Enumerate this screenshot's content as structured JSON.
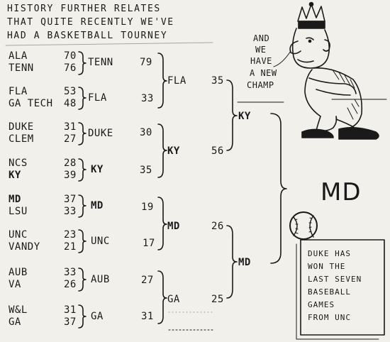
{
  "header": {
    "line1": "HISTORY FURTHER RELATES",
    "line2": "THAT QUITE RECENTLY WE'VE",
    "line3": "HAD A BASKETBALL TOURNEY"
  },
  "speech": {
    "l1": "AND",
    "l2": "WE",
    "l3": "HAVE",
    "l4": "A NEW",
    "l5": "CHAMP"
  },
  "round1": [
    {
      "team_a": "ALA",
      "team_b": "TENN",
      "score_a": "70",
      "score_b": "76",
      "winner": "TENN",
      "winner_score": "79"
    },
    {
      "team_a": "FLA",
      "team_b": "GA TECH",
      "score_a": "53",
      "score_b": "48",
      "winner": "FLA",
      "winner_score": "33"
    },
    {
      "team_a": "DUKE",
      "team_b": "CLEM",
      "score_a": "31",
      "score_b": "27",
      "winner": "DUKE",
      "winner_score": "30"
    },
    {
      "team_a": "NCS",
      "team_b": "KY",
      "score_a": "28",
      "score_b": "39",
      "winner": "KY",
      "winner_score": "35"
    },
    {
      "team_a": "MD",
      "team_b": "LSU",
      "score_a": "37",
      "score_b": "33",
      "winner": "MD",
      "winner_score": "19"
    },
    {
      "team_a": "UNC",
      "team_b": "VANDY",
      "score_a": "23",
      "score_b": "21",
      "winner": "UNC",
      "winner_score": "17"
    },
    {
      "team_a": "AUB",
      "team_b": "VA",
      "score_a": "33",
      "score_b": "26",
      "winner": "AUB",
      "winner_score": "27"
    },
    {
      "team_a": "W&L",
      "team_b": "GA",
      "score_a": "31",
      "score_b": "37",
      "winner": "GA",
      "winner_score": "31"
    }
  ],
  "semis": [
    {
      "winner": "FLA",
      "score": "35"
    },
    {
      "winner": "KY",
      "score": "56"
    },
    {
      "winner": "MD",
      "score": "26"
    },
    {
      "winner": "GA",
      "score": "25"
    }
  ],
  "finals": [
    {
      "winner": "KY"
    },
    {
      "winner": "MD"
    }
  ],
  "champion": "MD",
  "note": {
    "l1": "DUKE HAS",
    "l2": "WON THE",
    "l3": "LAST SEVEN",
    "l4": "BASEBALL",
    "l5": "GAMES",
    "l6": "FROM UNC"
  }
}
